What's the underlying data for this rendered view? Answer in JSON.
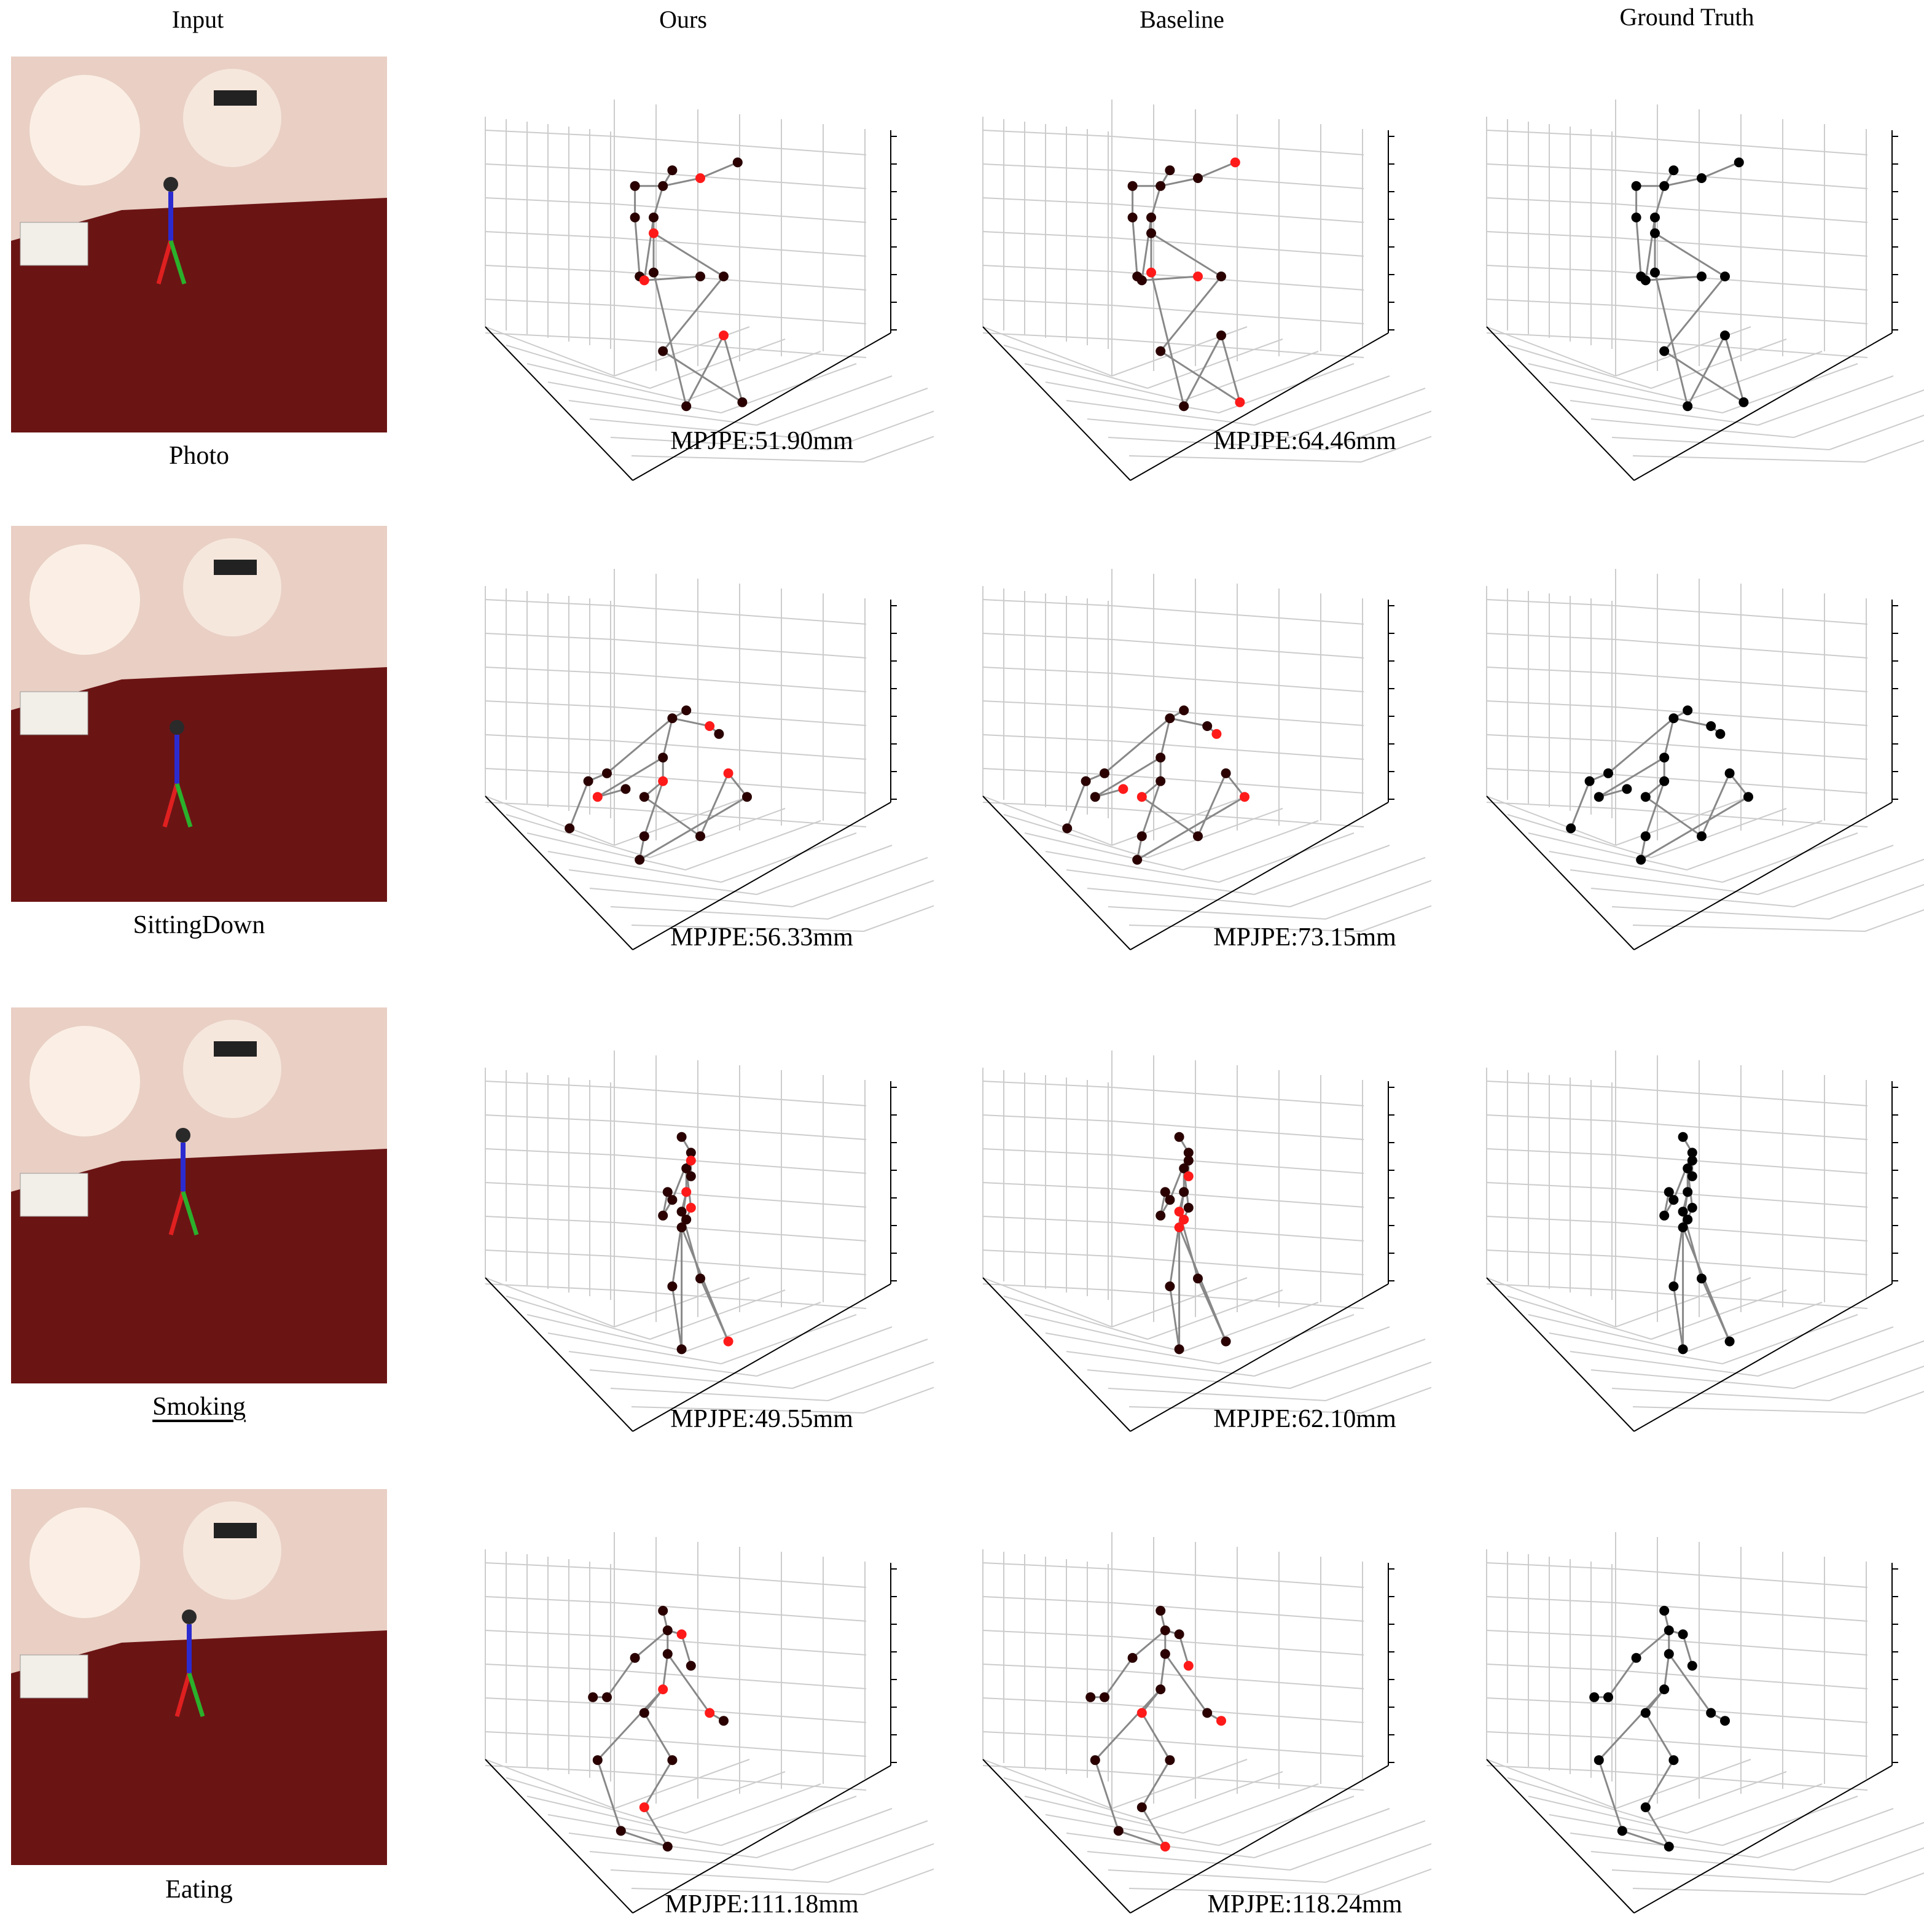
{
  "columns": {
    "input": "Input",
    "ours": "Ours",
    "baseline": "Baseline",
    "ground_truth": "Ground Truth"
  },
  "rows": [
    {
      "action": "Photo",
      "action_underlined": false,
      "ours_metric": "MPJPE:51.90mm",
      "baseline_metric": "MPJPE:64.46mm",
      "pose": "stand_photo"
    },
    {
      "action": "SittingDown",
      "action_underlined": false,
      "ours_metric": "MPJPE:56.33mm",
      "baseline_metric": "MPJPE:73.15mm",
      "pose": "crouch"
    },
    {
      "action": "Smoking",
      "action_underlined": true,
      "ours_metric": "MPJPE:49.55mm",
      "baseline_metric": "MPJPE:62.10mm",
      "pose": "stand_narrow"
    },
    {
      "action": "Eating",
      "action_underlined": false,
      "ours_metric": "MPJPE:111.18mm",
      "baseline_metric": "MPJPE:118.24mm",
      "pose": "sit"
    }
  ],
  "colors": {
    "error_high": "#ff1a1a",
    "error_low": "#2a0000",
    "ground_truth_joint": "#000000",
    "bone": "#888888",
    "grid": "#cccccc",
    "carpet": "#6b1414",
    "wall": "#e9cfc4"
  }
}
